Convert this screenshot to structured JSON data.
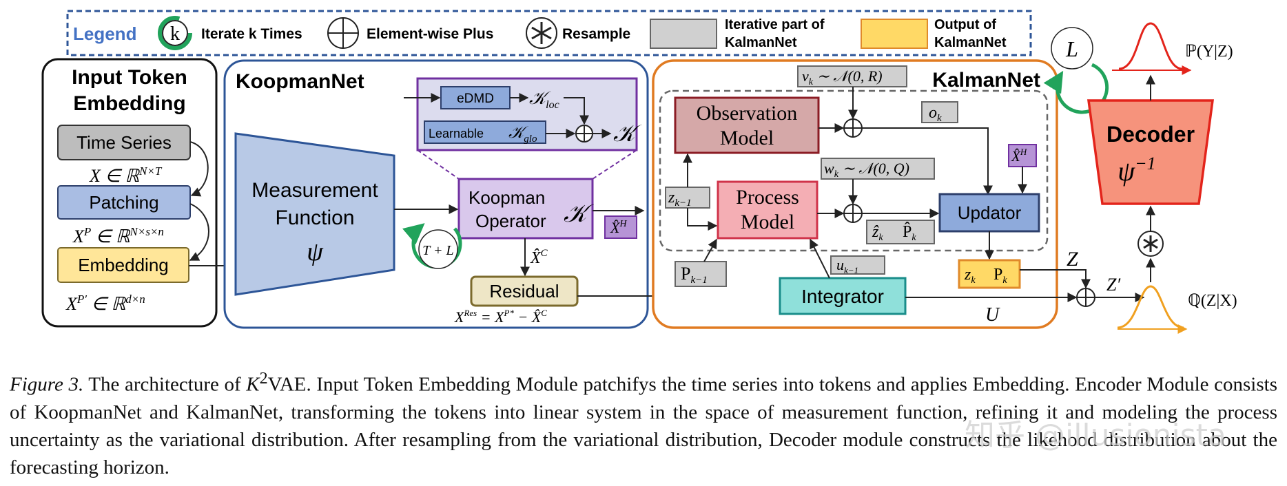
{
  "legend": {
    "title": "Legend",
    "k_symbol": "k",
    "iterate": "Iterate k Times",
    "plus": "Element-wise Plus",
    "resample": "Resample",
    "iter_l1": "Iterative part of",
    "iter_l2": "KalmanNet",
    "out_l1": "Output of",
    "out_l2": "KalmanNet"
  },
  "input": {
    "title_l1": "Input Token",
    "title_l2": "Embedding",
    "time_series": "Time Series",
    "x1": "X ∈ ℝ",
    "x1_sup": "N×T",
    "patching": "Patching",
    "x2": "X",
    "x2_sup_p": "P",
    "x2_tail": " ∈ ℝ",
    "x2_sup": "N×s×n",
    "embedding": "Embedding",
    "x3": "X",
    "x3_sup_p": "P′",
    "x3_tail": " ∈ ℝ",
    "x3_sup": "d×n"
  },
  "koopman": {
    "title": "KoopmanNet",
    "meas_l1": "Measurement",
    "meas_l2": "Function",
    "psi": "ψ",
    "edmd": "eDMD",
    "k_loc": "𝒦",
    "k_loc_sub": "loc",
    "learnable": "Learnable",
    "k_glo": "𝒦",
    "k_glo_sub": "glo",
    "k_out": "𝒦",
    "op_l1": "Koopman",
    "op_l2": "Operator",
    "op_k": "𝒦",
    "iter_label": "T + L",
    "xh": "X̂",
    "xh_sup": "H",
    "xc": "X̂",
    "xc_sup": "C",
    "residual": "Residual",
    "res_a": "X",
    "res_a_sup": "Res",
    "res_b": " = X",
    "res_b_sup": "P*",
    "res_c": " − X̂",
    "res_c_sup": "C"
  },
  "kalman": {
    "title": "KalmanNet",
    "iter_label": "L",
    "vk": "v",
    "vk_sub": "k",
    "vk_tail": " ∼ 𝒩(0, R)",
    "obs_l1": "Observation",
    "obs_l2": "Model",
    "ok": "o",
    "ok_sub": "k",
    "xh": "X̂",
    "xh_sup": "H",
    "wk": "w",
    "wk_sub": "k",
    "wk_tail": " ∼ 𝒩(0, Q)",
    "zk1": "z",
    "zk1_sub": "k−1",
    "proc_l1": "Process",
    "proc_l2": "Model",
    "zhat": "ẑ",
    "zhat_sub": "k",
    "phat": "P̂",
    "phat_sub": "k",
    "updator": "Updator",
    "pk1": "P",
    "pk1_sub": "k−1",
    "uk1": "u",
    "uk1_sub": "k−1",
    "integrator": "Integrator",
    "zk": "z",
    "zk_sub": "k",
    "pk": "P",
    "pk_sub": "k",
    "u": "U"
  },
  "decoder": {
    "title": "Decoder",
    "psi": "ψ",
    "psi_sup": "−1",
    "py": "ℙ(Y|Z)",
    "qz": "ℚ(Z|X)",
    "z": "Z",
    "zp": "Z′"
  },
  "colors": {
    "legend_border": "#2d5597",
    "legend_title": "#4472c4",
    "iter_green": "#21a35b",
    "koopman_border": "#2d5597",
    "kalman_border": "#e07b22",
    "meas_fill": "#b8c9e6",
    "edmd_fill": "#8eaadb",
    "purple_border": "#7030a0",
    "purple_fill": "#d9c8ec",
    "gray_fill": "#d0d0d0",
    "obs_fill": "#d5a8a8",
    "obs_border": "#8b1c24",
    "proc_fill": "#f4aeb4",
    "proc_border": "#d0334a",
    "updator_fill": "#8eaadb",
    "integrator_fill": "#8fe0da",
    "output_fill": "#ffd966",
    "decoder_fill": "#f6937c",
    "decoder_border": "#e3241b",
    "residual_fill": "#eee6c6",
    "residual_border": "#7b6a2c"
  },
  "caption": {
    "fig": "Figure 3.",
    "pre": " The architecture of ",
    "k": "K",
    "k_sup": "2",
    "text": "VAE. Input Token Embedding Module patchifys the time series into tokens and applies Embedding. Encoder Module consists of KoopmanNet and KalmanNet, transforming the tokens into linear system in the space of measurement function, refining it and modeling the process uncertainty as the variational distribution. After resampling from the variational distribution, Decoder module constructs the likehood distribution about the forecasting horizon."
  },
  "watermark": "知乎 @illusionista"
}
